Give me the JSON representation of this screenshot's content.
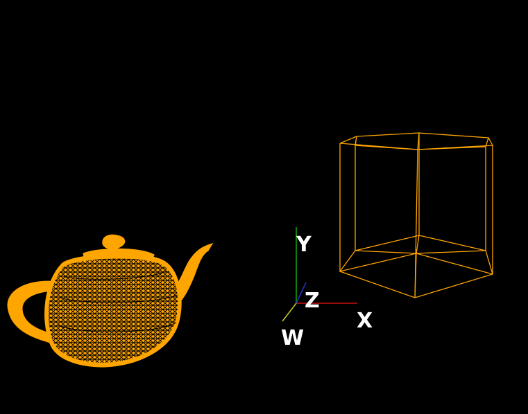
{
  "viewport": {
    "background": "#000000",
    "wire_color": "#ffa500"
  },
  "objects": [
    {
      "name": "teapot",
      "render": "wireframe"
    },
    {
      "name": "hexagonal-prism",
      "render": "wireframe"
    }
  ],
  "axes": {
    "x": {
      "label": "X",
      "color": "#cc1111"
    },
    "y": {
      "label": "Y",
      "color": "#11aa11"
    },
    "z": {
      "label": "Z",
      "color": "#2233cc"
    },
    "w": {
      "label": "W",
      "color": "#cccc22"
    }
  }
}
